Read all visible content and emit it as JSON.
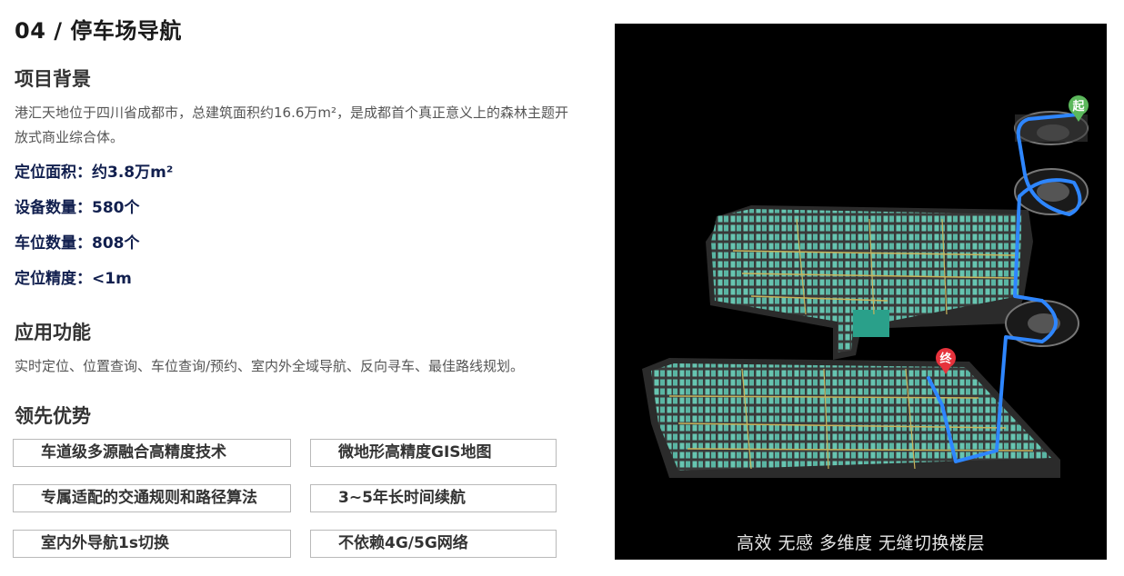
{
  "page": {
    "title": "04 /  停车场导航",
    "background": {
      "heading": "项目背景",
      "description": "港汇天地位于四川省成都市，总建筑面积约16.6万m²，是成都首个真正意义上的森林主题开放式商业综合体。",
      "stats": [
        "定位面积：约3.8万m²",
        "设备数量：580个",
        "车位数量：808个",
        "定位精度：<1m"
      ]
    },
    "functions": {
      "heading": "应用功能",
      "description": "实时定位、位置查询、车位查询/预约、室内外全域导航、反向寻车、最佳路线规划。"
    },
    "advantages": {
      "heading": "领先优势",
      "tags": [
        "车道级多源融合高精度技术",
        "微地形高精度GIS地图",
        "专属适配的交通规则和路径算法",
        "3~5年长时间续航",
        "室内外导航1s切换",
        "不依赖4G/5G网络"
      ]
    },
    "map": {
      "caption": "高效 无感 多维度 无缝切换楼层",
      "start_marker": "起",
      "end_marker": "终",
      "colors": {
        "route": "#2e86ff",
        "parking": "#6ed6c0",
        "floor": "#4a4a4a",
        "start": "#5cb85c",
        "end": "#e6323c"
      }
    }
  }
}
